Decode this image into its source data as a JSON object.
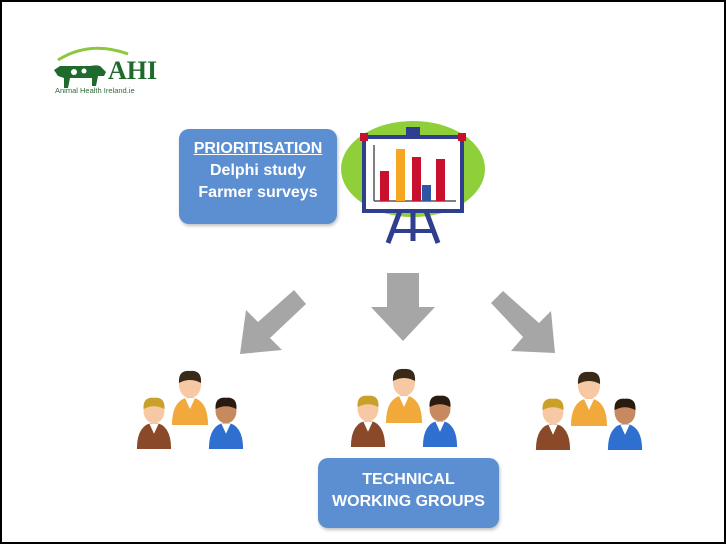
{
  "logo": {
    "brand": "AHI",
    "tagline": "Animal Health Ireland.ie",
    "colors": {
      "green": "#1f6b2e",
      "lightgreen": "#8dc63f"
    }
  },
  "prioritisation": {
    "title": "PRIORITISATION",
    "line1": "Delphi study",
    "line2": "Farmer surveys"
  },
  "chart_icon": {
    "bar_colors": [
      "#c8102e",
      "#f5a623",
      "#c8102e",
      "#2f55a4",
      "#c8102e"
    ],
    "oval_color": "#8fd03a"
  },
  "technical": {
    "line1": "TECHNICAL",
    "line2": "WORKING GROUPS"
  },
  "colors": {
    "box": "#5b8fd1",
    "arrow": "#a6a6a6"
  }
}
